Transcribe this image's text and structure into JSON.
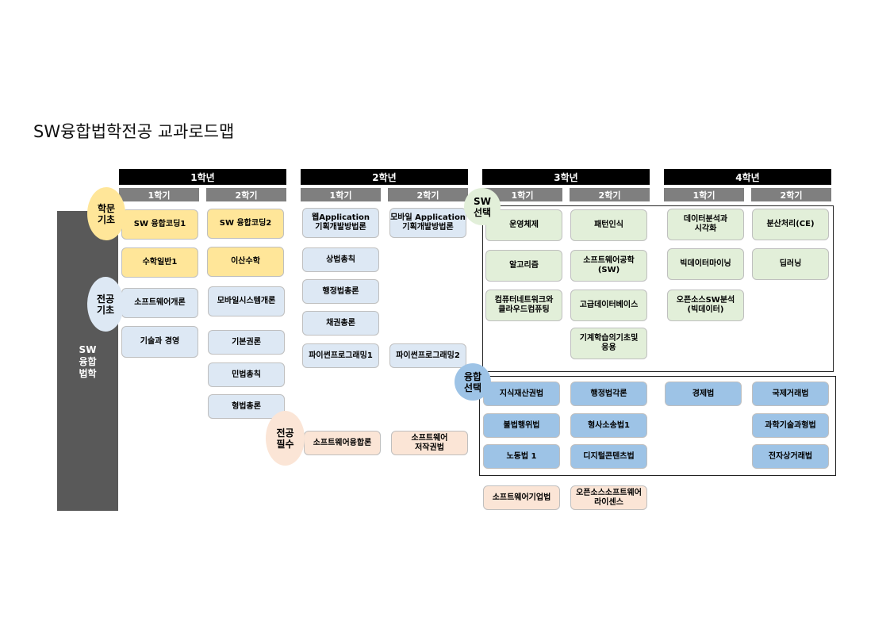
{
  "title": "SW융합법학전공 교과로드맵",
  "years": [
    "1학년",
    "2학년",
    "3학년",
    "4학년"
  ],
  "semesters": [
    "1학기",
    "2학기"
  ],
  "sidebar": "SW\n융합\n법학",
  "categories": {
    "academic": "학문\n기초",
    "major_basic": "전공\n기초",
    "sw_elective": "SW\n선택",
    "convergence_elective": "융합\n선택",
    "major_required": "전공\n필수"
  },
  "courses": {
    "y1s1": [
      "SW 융합코딩1",
      "수학일반1",
      "소프트웨어개론",
      "기술과 경영"
    ],
    "y1s2": [
      "SW 융합코딩2",
      "이산수학",
      "모바일시스템개론",
      "기본권론",
      "민법총칙",
      "형법총론"
    ],
    "y2s1": [
      "웹Application\n기획개발방법론",
      "상법총칙",
      "행정법총론",
      "채권총론",
      "파이썬프로그래밍1",
      "소프트웨어융합론"
    ],
    "y2s2": [
      "모바일 Application\n기획개발방법론",
      "파이썬프로그래밍2",
      "소프트웨어\n저작권법"
    ],
    "y3s1": [
      "운영체제",
      "알고리즘",
      "컴퓨터네트워크와\n클라우드컴퓨팅",
      "지식재산권법",
      "불법행위법",
      "노동법 1",
      "소프트웨어기업법"
    ],
    "y3s2": [
      "패턴인식",
      "소프트웨어공학\n(SW)",
      "고급데이터베이스",
      "기계학습의기초및\n응용",
      "행정법각론",
      "형사소송법1",
      "디지털콘텐츠법",
      "오픈소스소프트웨어\n라이센스"
    ],
    "y4s1": [
      "데이터분석과\n시각화",
      "빅데이터마이닝",
      "오픈소스SW분석\n(빅데이터)",
      "경제법"
    ],
    "y4s2": [
      "분산처리(CE)",
      "딥러닝",
      "국제거래법",
      "과학기술과형법",
      "전자상거래법"
    ]
  }
}
